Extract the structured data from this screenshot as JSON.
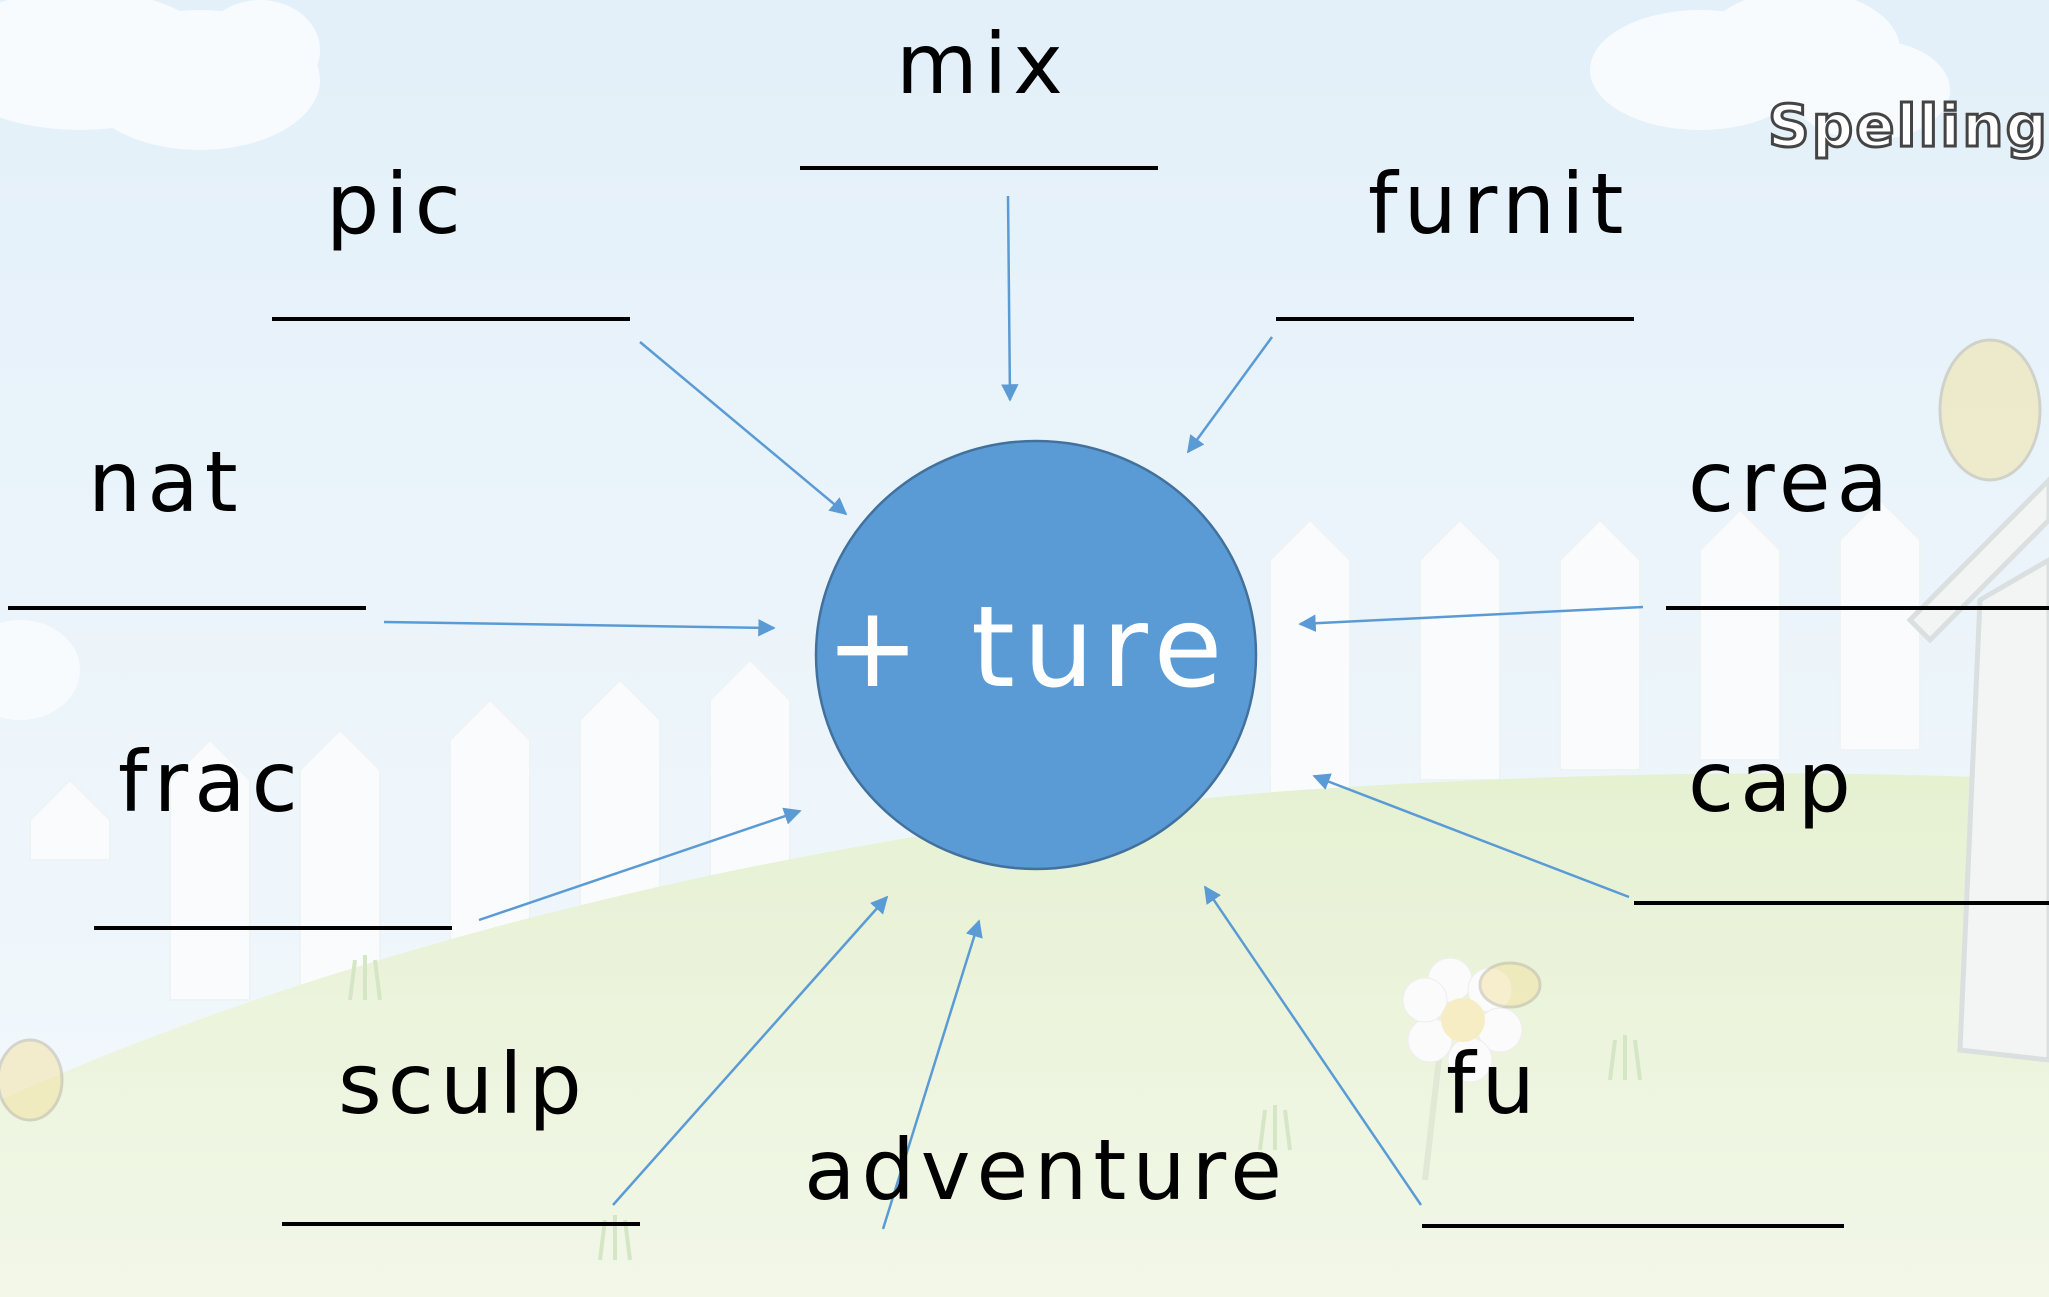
{
  "center": {
    "label": "+ ture"
  },
  "logo": {
    "text": "Spelling"
  },
  "words": {
    "mix": "mix",
    "pic": "pic",
    "furnit": "furnit",
    "nat": "nat",
    "crea": "crea",
    "frac": "frac",
    "cap": "cap",
    "sculp": "sculp",
    "adventure": "adventure",
    "fu": "fu"
  },
  "colors": {
    "sky": "#e8f3fa",
    "grass": "#e4f0cf",
    "circle_fill": "#5b9bd5",
    "circle_stroke": "#41719c",
    "arrow": "#5b9bd5",
    "text": "#000000"
  }
}
